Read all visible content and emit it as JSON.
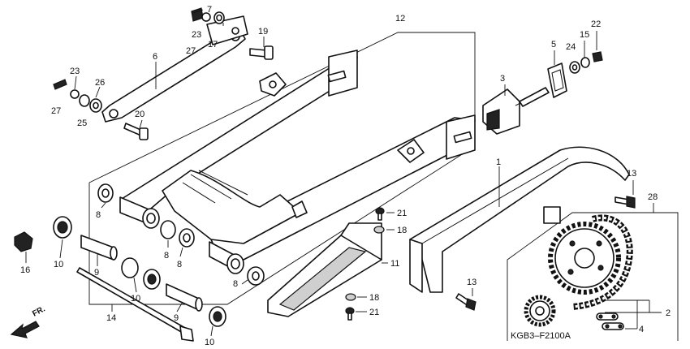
{
  "diagram_code": "KGB3–F2100A",
  "direction_label": "FR.",
  "callouts": [
    {
      "id": "c1",
      "text": "1"
    },
    {
      "id": "c2",
      "text": "2"
    },
    {
      "id": "c3",
      "text": "3"
    },
    {
      "id": "c4",
      "text": "4"
    },
    {
      "id": "c5",
      "text": "5"
    },
    {
      "id": "c6",
      "text": "6"
    },
    {
      "id": "c7",
      "text": "7"
    },
    {
      "id": "c8a",
      "text": "8"
    },
    {
      "id": "c8b",
      "text": "8"
    },
    {
      "id": "c8c",
      "text": "8"
    },
    {
      "id": "c8d",
      "text": "8"
    },
    {
      "id": "c9a",
      "text": "9"
    },
    {
      "id": "c9b",
      "text": "9"
    },
    {
      "id": "c10a",
      "text": "10"
    },
    {
      "id": "c10b",
      "text": "10"
    },
    {
      "id": "c10c",
      "text": "10"
    },
    {
      "id": "c11",
      "text": "11"
    },
    {
      "id": "c12",
      "text": "12"
    },
    {
      "id": "c13a",
      "text": "13"
    },
    {
      "id": "c13b",
      "text": "13"
    },
    {
      "id": "c14",
      "text": "14"
    },
    {
      "id": "c15",
      "text": "15"
    },
    {
      "id": "c16",
      "text": "16"
    },
    {
      "id": "c17",
      "text": "17"
    },
    {
      "id": "c18a",
      "text": "18"
    },
    {
      "id": "c18b",
      "text": "18"
    },
    {
      "id": "c19",
      "text": "19"
    },
    {
      "id": "c20",
      "text": "20"
    },
    {
      "id": "c21a",
      "text": "21"
    },
    {
      "id": "c21b",
      "text": "21"
    },
    {
      "id": "c22",
      "text": "22"
    },
    {
      "id": "c23a",
      "text": "23"
    },
    {
      "id": "c23b",
      "text": "23"
    },
    {
      "id": "c24",
      "text": "24"
    },
    {
      "id": "c25",
      "text": "25"
    },
    {
      "id": "c26",
      "text": "26"
    },
    {
      "id": "c27a",
      "text": "27"
    },
    {
      "id": "c27b",
      "text": "27"
    },
    {
      "id": "c28",
      "text": "28"
    }
  ]
}
